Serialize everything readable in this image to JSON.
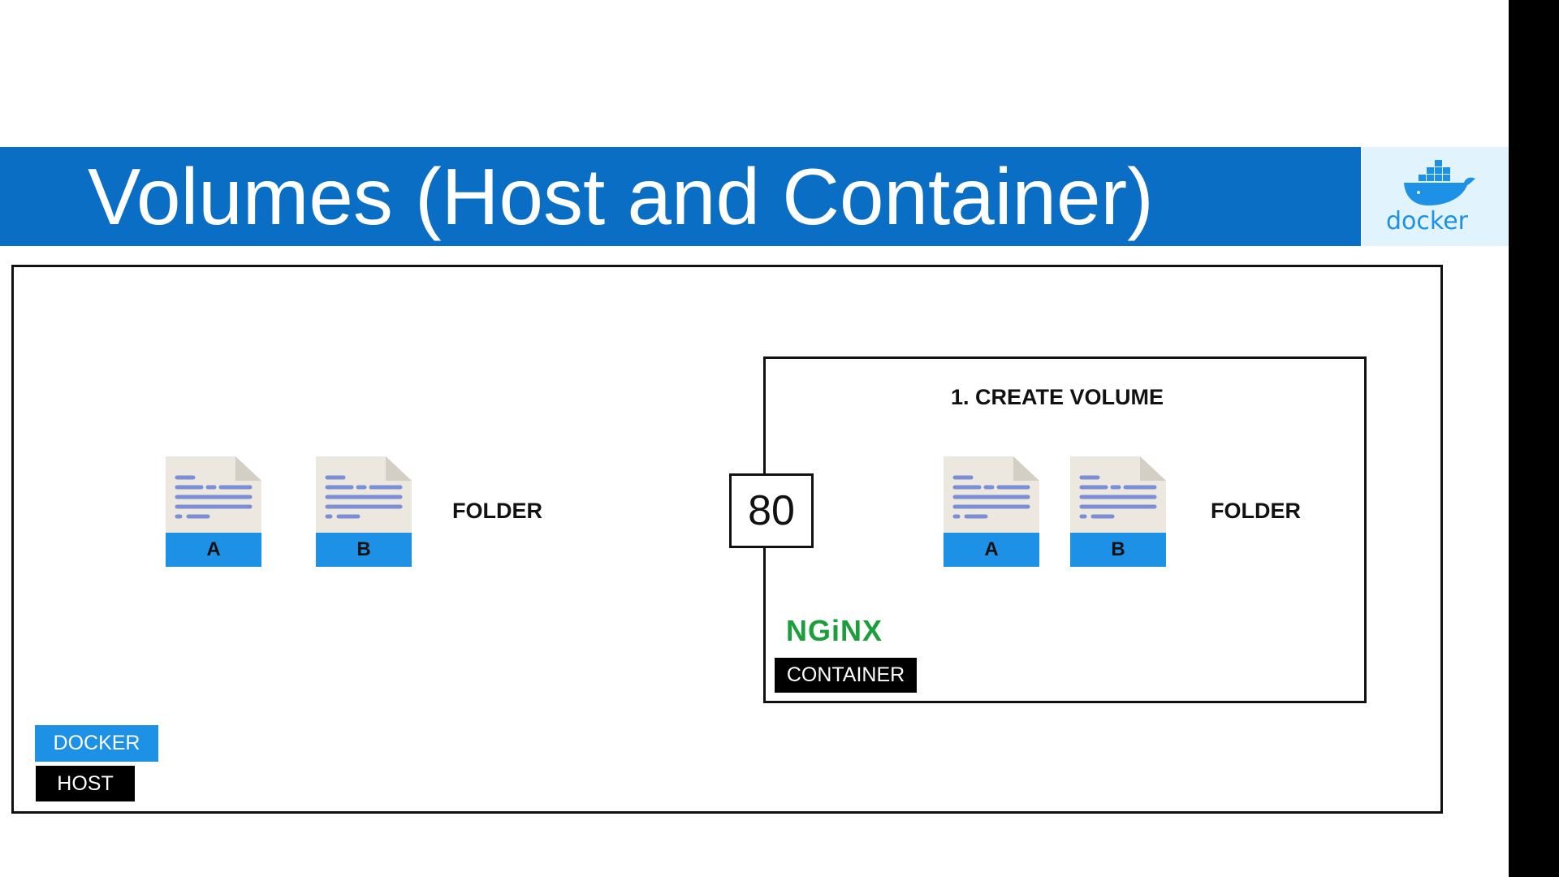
{
  "slide": {
    "title": "Volumes (Host and Container)",
    "logo_text": "docker"
  },
  "host": {
    "files": [
      "A",
      "B"
    ],
    "folder_label": "FOLDER",
    "tag_docker": "DOCKER",
    "tag_host": "HOST"
  },
  "container": {
    "step_label": "1. CREATE VOLUME",
    "files": [
      "A",
      "B"
    ],
    "folder_label": "FOLDER",
    "port": "80",
    "nginx_logo": "NGiNX",
    "tag": "CONTAINER"
  },
  "colors": {
    "title_bar": "#0a6fc4",
    "docker_blue": "#1d91e6",
    "nginx_green": "#1b9f3a",
    "logo_background": "#e1f3fc"
  }
}
